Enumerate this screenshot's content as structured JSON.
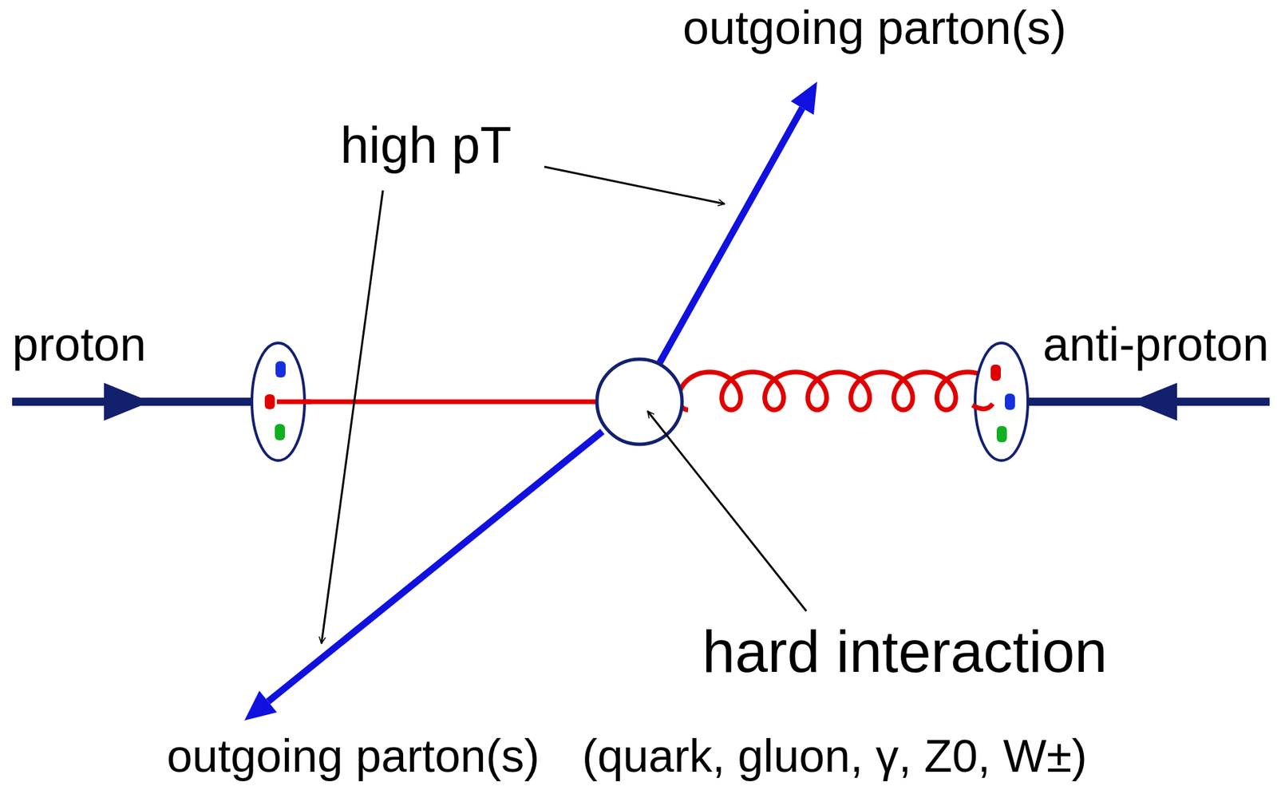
{
  "diagram": {
    "labels": [
      "outgoing parton(s)",
      "high pT",
      "proton",
      "anti-proton",
      "hard interaction",
      "outgoing parton(s)",
      "(quark, gluon, γ, Z0, W±)"
    ]
  }
}
